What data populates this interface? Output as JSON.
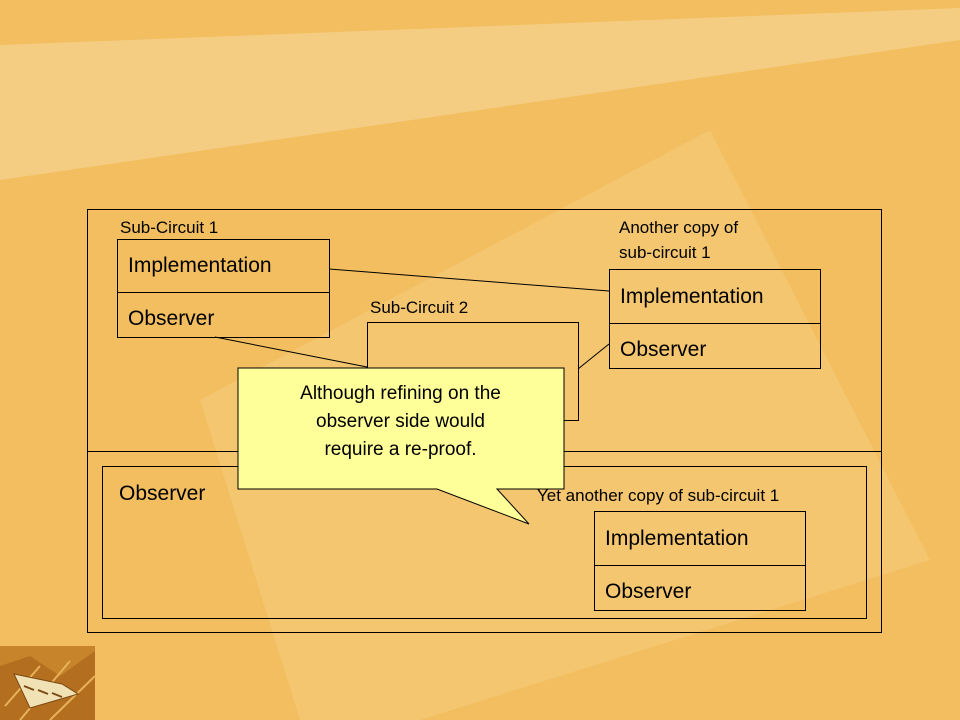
{
  "diagram": {
    "sub_circuit_1": {
      "title": "Sub-Circuit 1",
      "top_label": "Implementation",
      "bottom_label": "Observer"
    },
    "sub_circuit_2": {
      "title": "Sub-Circuit 2"
    },
    "copy_1": {
      "title_line1": "Another copy of",
      "title_line2": "sub-circuit 1",
      "top_label": "Implementation",
      "bottom_label": "Observer"
    },
    "observer_region": {
      "title": "Observer"
    },
    "copy_2": {
      "title": "Yet another copy of sub-circuit 1",
      "top_label": "Implementation",
      "bottom_label": "Observer"
    },
    "callout": {
      "line1": "Although refining on the",
      "line2": "observer side would",
      "line3": "require a re-proof."
    }
  },
  "colors": {
    "background": "#f2be5f",
    "stripe": "#f6d289",
    "callout_fill": "#ffff99",
    "line": "#000000"
  },
  "icons": [
    "slide-logo-thumbnail-icon"
  ]
}
